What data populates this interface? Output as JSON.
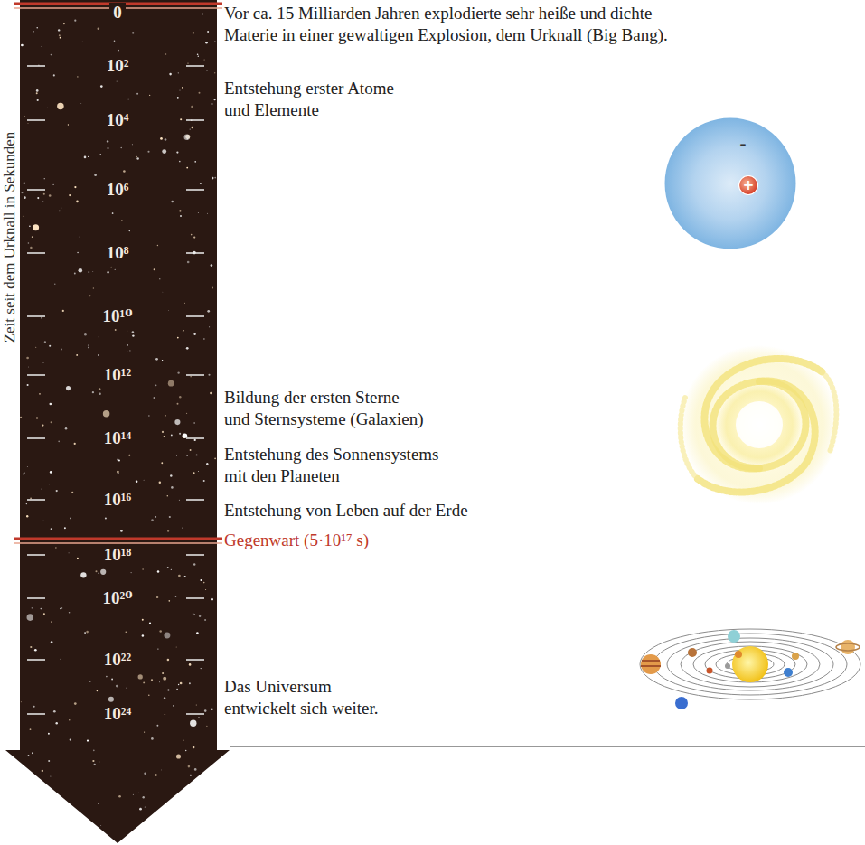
{
  "diagram": {
    "nodes": [
      {
        "text": [
          "-"
        ]
      },
      {
        "text": [
          "+"
        ],
        "in": 0
      }
    ],
    "labels": [
      "Zeit seit dem Urknall in Sekunden",
      "0",
      "10²",
      "10⁴",
      "10⁶",
      "10⁸",
      "10¹⁰",
      "10¹²",
      "10¹⁴",
      "10¹⁶",
      "10¹⁸",
      "10²⁰",
      "10²²",
      "10²⁴",
      "Vor ca. 15 Milliarden Jahren explodierte sehr heiße und dichte Materie in einer gewaltigen Explosion, dem Urknall (Big Bang).",
      "Entstehung erster Atome und Elemente",
      "Bildung der ersten Sterne und Sternsysteme (Galaxien)",
      "Entstehung des Sonnensystems mit den Planeten",
      "Entstehung von Leben auf der Erde",
      "Gegenwart (5·10¹⁷ s)",
      "Das Universum entwickelt sich weiter."
    ]
  }
}
